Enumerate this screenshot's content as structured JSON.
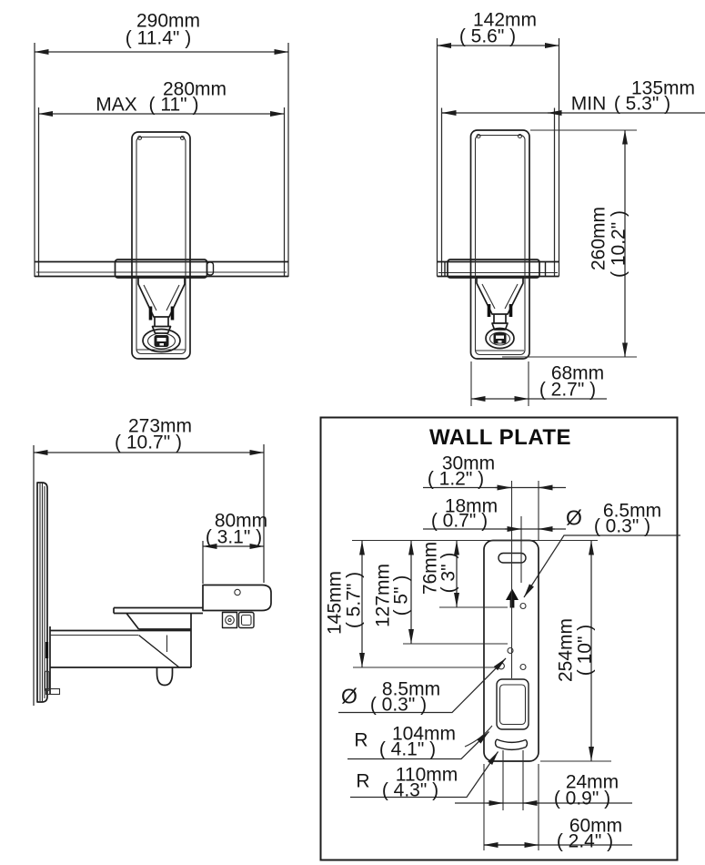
{
  "drawing": {
    "wall_plate_title": "WALL PLATE"
  },
  "dims": {
    "front_ext_width": {
      "mm": "290mm",
      "in": "( 11.4\" )"
    },
    "front_ext_max": {
      "prefix": "MAX",
      "mm": "280mm",
      "in": "( 11\" )"
    },
    "front_ret_width": {
      "mm": "142mm",
      "in": "( 5.6\" )"
    },
    "front_ret_min": {
      "prefix": "MIN",
      "mm": "135mm",
      "in": "( 5.3\" )"
    },
    "front_ret_height": {
      "mm": "260mm",
      "in": "( 10.2\" )"
    },
    "front_ret_depth": {
      "mm": "68mm",
      "in": "( 2.7\" )"
    },
    "side_depth": {
      "mm": "273mm",
      "in": "( 10.7\" )"
    },
    "side_bracket": {
      "mm": "80mm",
      "in": "( 3.1\" )"
    },
    "wp_offset_30": {
      "mm": "30mm",
      "in": "( 1.2\" )"
    },
    "wp_offset_18": {
      "mm": "18mm",
      "in": "( 0.7\" )"
    },
    "wp_hole_65": {
      "prefix": "Ø",
      "mm": "6.5mm",
      "in": "( 0.3\" )"
    },
    "wp_height_145": {
      "mm": "145mm",
      "in": "( 5.7\" )"
    },
    "wp_height_127": {
      "mm": "127mm",
      "in": "( 5\" )"
    },
    "wp_height_76": {
      "mm": "76mm",
      "in": "( 3\" )"
    },
    "wp_height_254": {
      "mm": "254mm",
      "in": "( 10\" )"
    },
    "wp_hole_85": {
      "prefix": "Ø",
      "mm": "8.5mm",
      "in": "( 0.3\" )"
    },
    "wp_radius_104": {
      "prefix": "R",
      "mm": "104mm",
      "in": "( 4.1\" )"
    },
    "wp_radius_110": {
      "prefix": "R",
      "mm": "110mm",
      "in": "( 4.3\" )"
    },
    "wp_width_24": {
      "mm": "24mm",
      "in": "( 0.9\" )"
    },
    "wp_width_60": {
      "mm": "60mm",
      "in": "( 2.4\" )"
    }
  }
}
